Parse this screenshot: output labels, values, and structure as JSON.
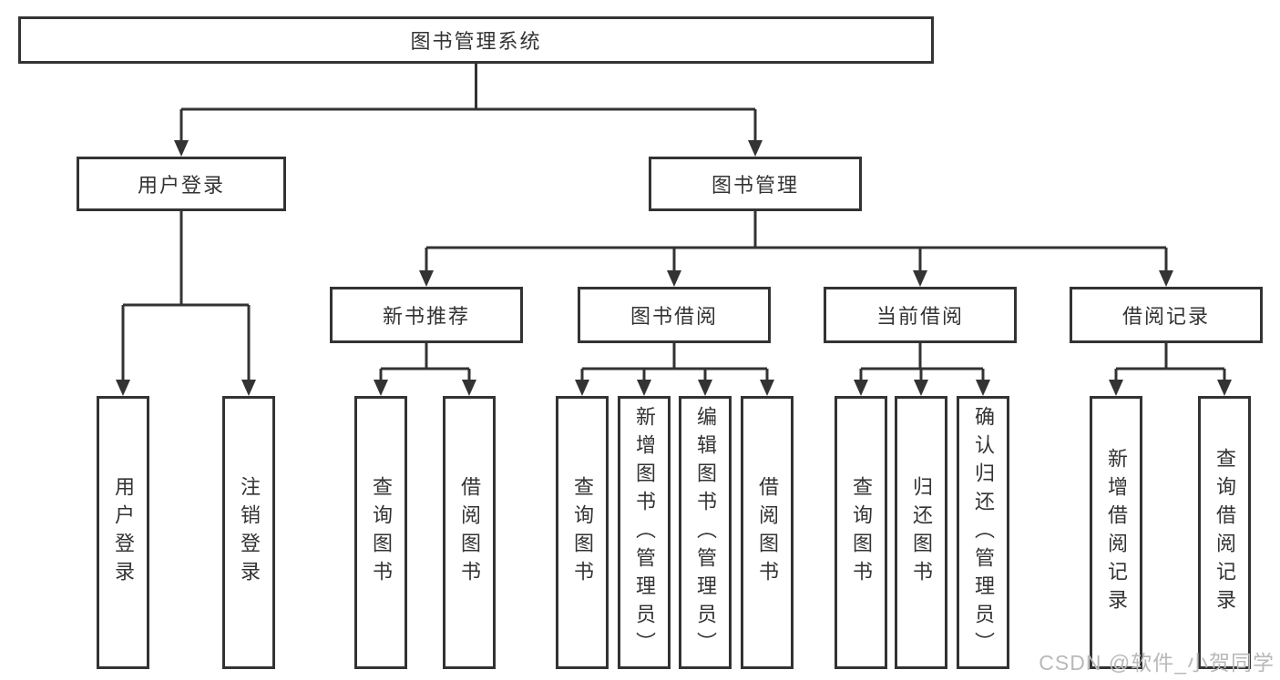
{
  "diagram": {
    "root": {
      "label": "图书管理系统"
    },
    "level2": [
      {
        "label": "用户登录"
      },
      {
        "label": "图书管理"
      }
    ],
    "level3": [
      {
        "label": "新书推荐"
      },
      {
        "label": "图书借阅"
      },
      {
        "label": "当前借阅"
      },
      {
        "label": "借阅记录"
      }
    ],
    "leaves": [
      {
        "label": "用户登录"
      },
      {
        "label": "注销登录"
      },
      {
        "label": "查询图书"
      },
      {
        "label": "借阅图书"
      },
      {
        "label": "查询图书"
      },
      {
        "label": "新增图书（管理员）"
      },
      {
        "label": "编辑图书（管理员）"
      },
      {
        "label": "借阅图书"
      },
      {
        "label": "查询图书"
      },
      {
        "label": "归还图书"
      },
      {
        "label": "确认归还（管理员）"
      },
      {
        "label": "新增借阅记录"
      },
      {
        "label": "查询借阅记录"
      }
    ],
    "colors": {
      "line": "#333333",
      "box_border": "#333333",
      "text": "#333333",
      "background": "#ffffff",
      "watermark": "#b9b9b9"
    }
  },
  "watermark": {
    "text": "CSDN @软件_小贺同学"
  }
}
